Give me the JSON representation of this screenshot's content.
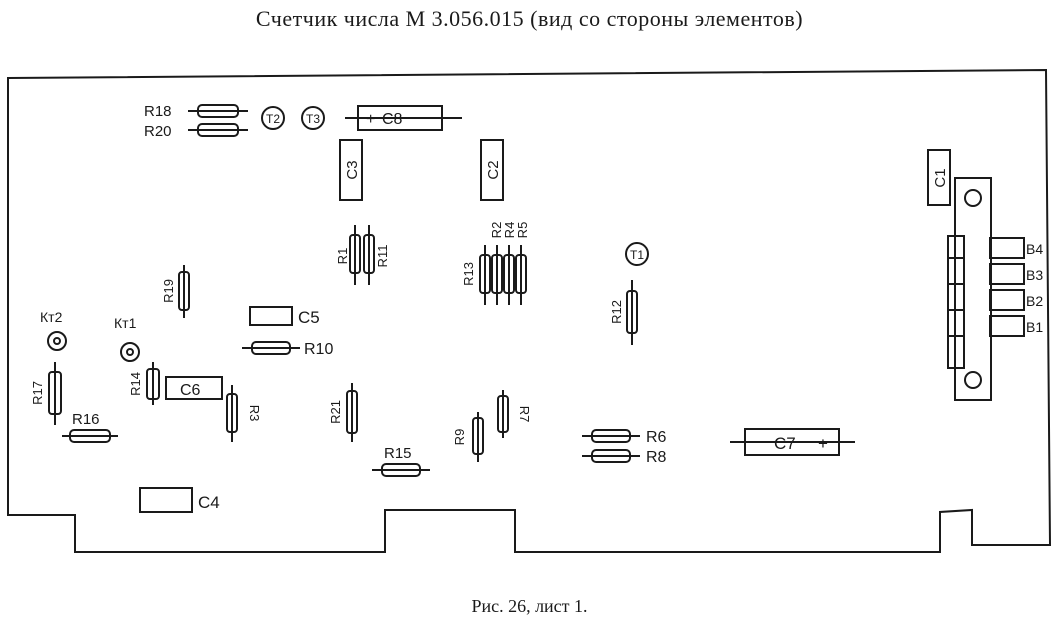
{
  "title": "Счетчик числа М 3.056.015 (вид со стороны элементов)",
  "caption": "Рис. 26, лист 1.",
  "components": {
    "r18": "R18",
    "r20": "R20",
    "t2": "T2",
    "t3": "T3",
    "c8": "C8",
    "c8_polarity": "+",
    "c3": "C3",
    "c2": "C2",
    "c1": "C1",
    "r1": "R1",
    "r11": "R11",
    "r13": "R13",
    "r2": "R2",
    "r4": "R4",
    "r5": "R5",
    "t1": "T1",
    "r12": "R12",
    "r19": "R19",
    "c5": "C5",
    "r10": "R10",
    "kt2": "Кт2",
    "kt1": "Кт1",
    "r17": "R17",
    "r14": "R14",
    "c6": "C6",
    "r3": "R3",
    "r16": "R16",
    "r21": "R21",
    "r15": "R15",
    "r9": "R9",
    "r7": "R7",
    "r6": "R6",
    "r8": "R8",
    "c7": "C7",
    "c7_polarity": "+",
    "c4": "C4",
    "b4": "B4",
    "b3": "B3",
    "b2": "B2",
    "b1": "B1"
  }
}
